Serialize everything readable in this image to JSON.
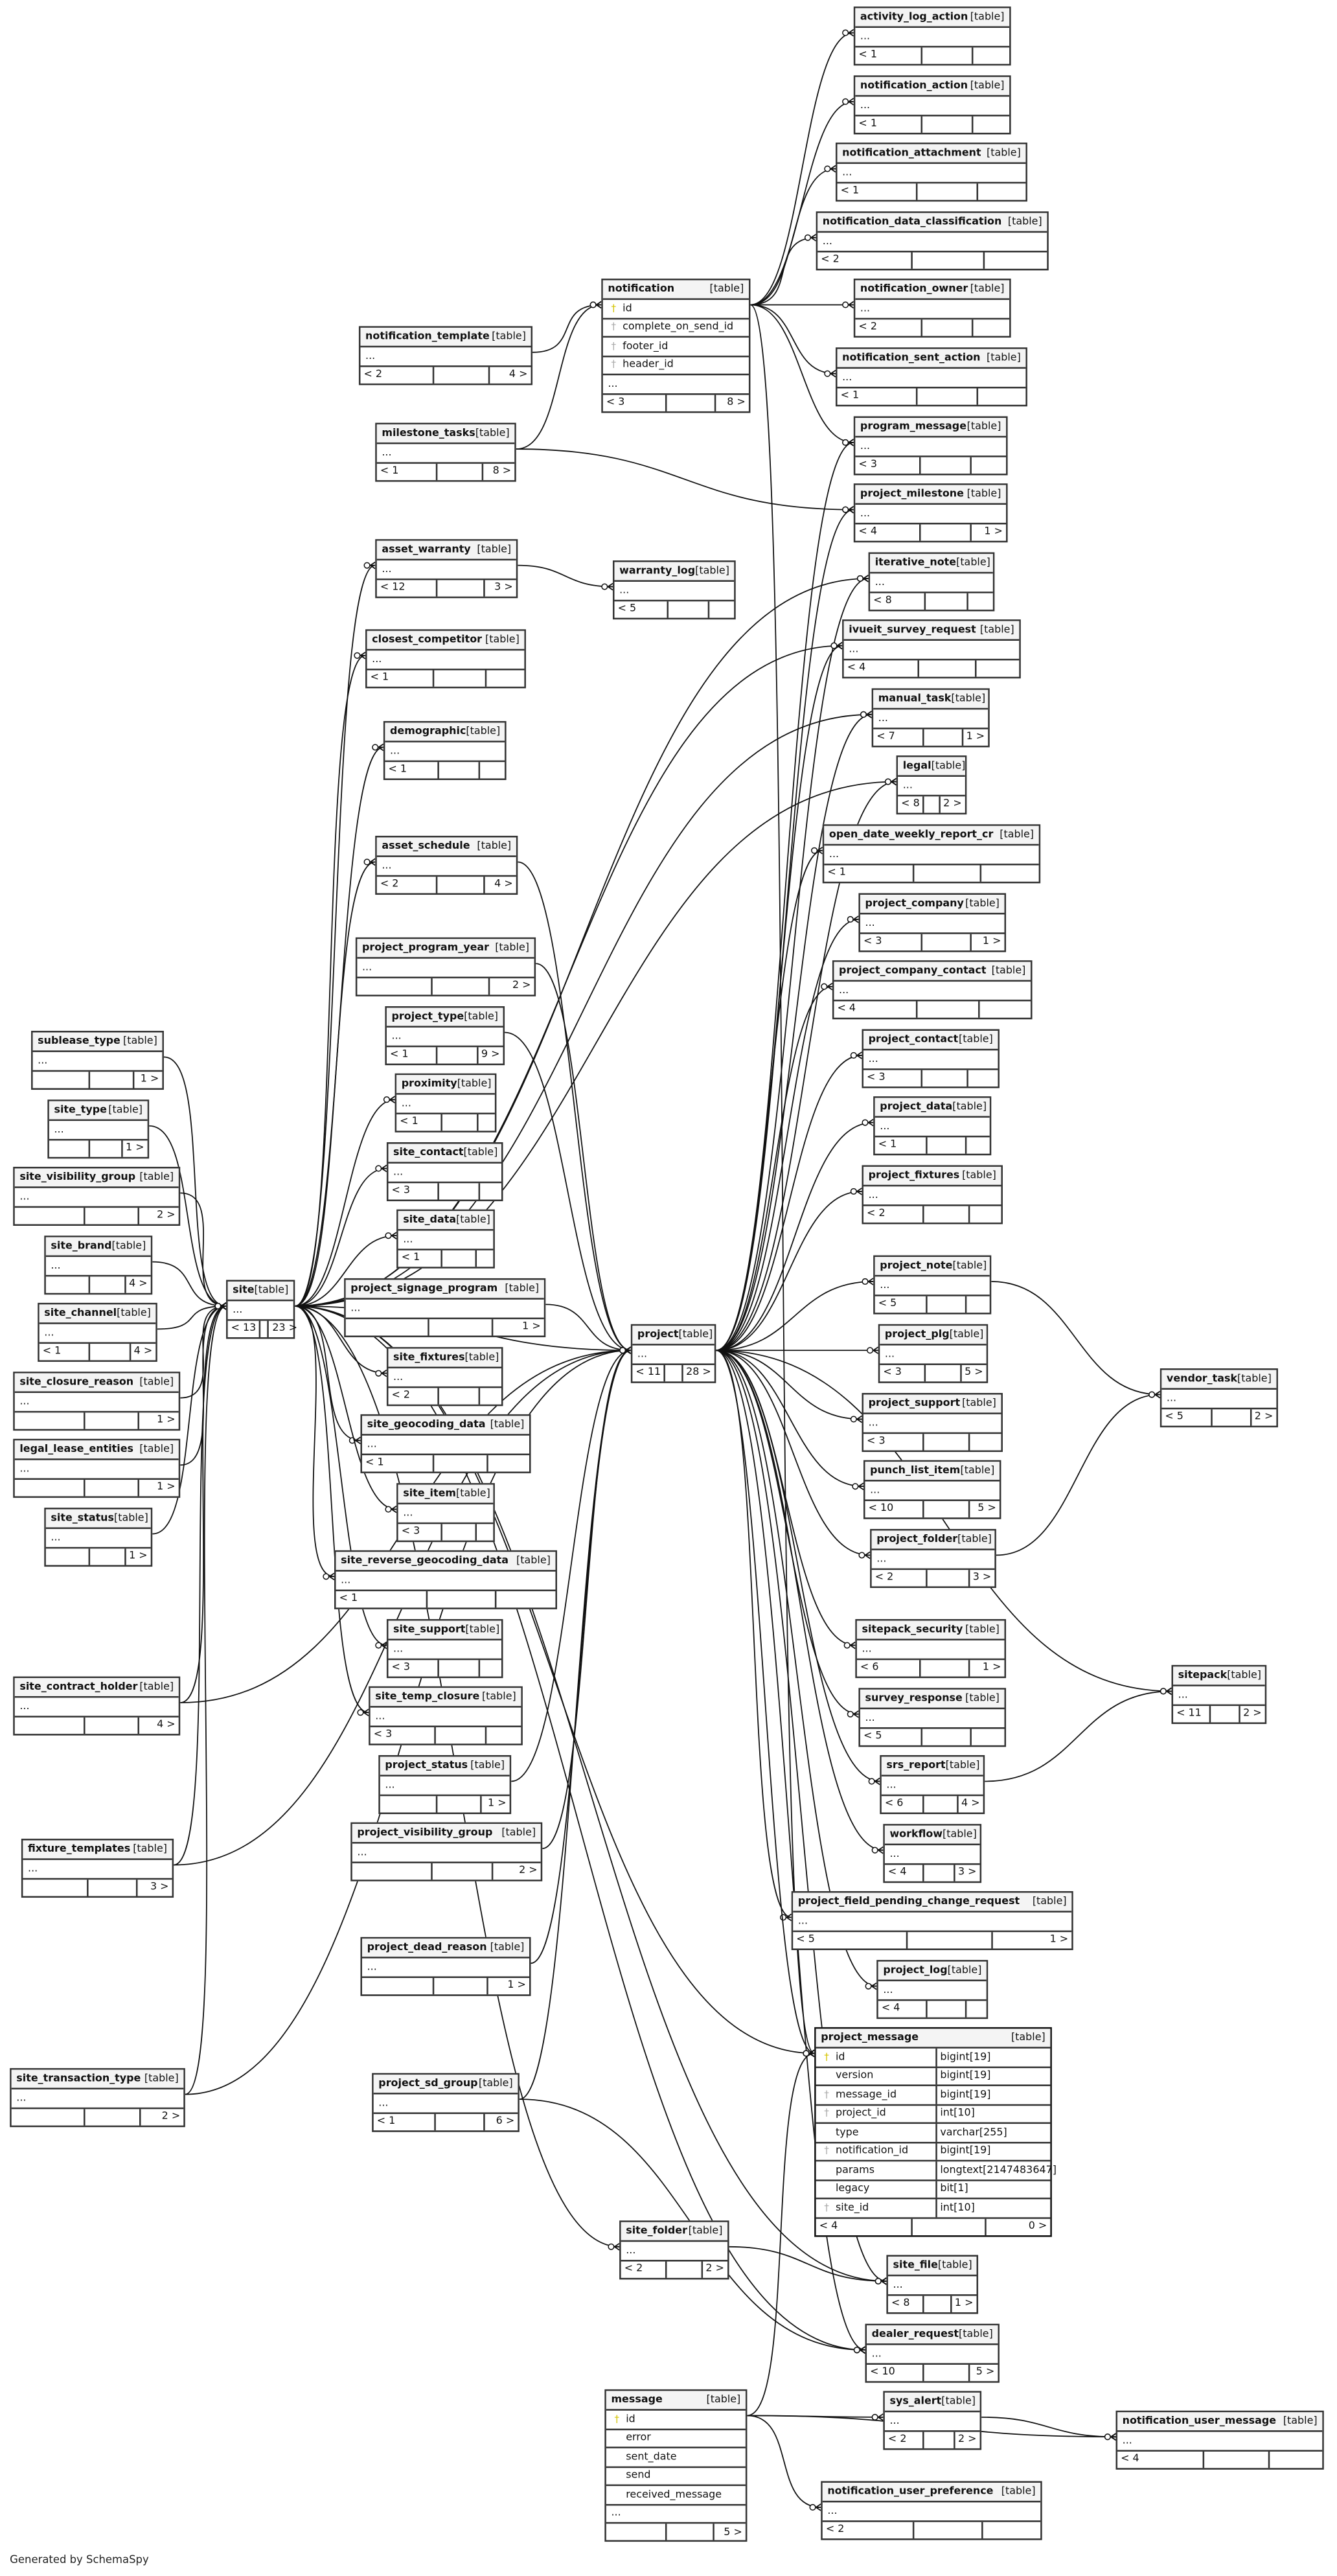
{
  "footer_text": "Generated by SchemaSpy",
  "tables": [
    {
      "name": "activity_log_action",
      "kind": "[table]",
      "rows": [
        "..."
      ],
      "footer": [
        "< 1",
        ""
      ]
    },
    {
      "name": "notification_action",
      "kind": "[table]",
      "rows": [
        "..."
      ],
      "footer": [
        "< 1",
        ""
      ]
    },
    {
      "name": "notification_attachment",
      "kind": "[table]",
      "rows": [
        "..."
      ],
      "footer": [
        "< 1",
        ""
      ]
    },
    {
      "name": "notification_data_classification",
      "kind": "[table]",
      "rows": [
        "..."
      ],
      "footer": [
        "< 2",
        ""
      ]
    },
    {
      "name": "notification_owner",
      "kind": "[table]",
      "rows": [
        "..."
      ],
      "footer": [
        "< 2",
        ""
      ]
    },
    {
      "name": "notification_sent_action",
      "kind": "[table]",
      "rows": [
        "..."
      ],
      "footer": [
        "< 1",
        ""
      ]
    },
    {
      "name": "program_message",
      "kind": "[table]",
      "rows": [
        "..."
      ],
      "footer": [
        "< 3",
        ""
      ]
    },
    {
      "name": "project_milestone",
      "kind": "[table]",
      "rows": [
        "..."
      ],
      "footer": [
        "< 4",
        "1 >"
      ]
    },
    {
      "name": "iterative_note",
      "kind": "[table]",
      "rows": [
        "..."
      ],
      "footer": [
        "< 8",
        ""
      ]
    },
    {
      "name": "ivueit_survey_request",
      "kind": "[table]",
      "rows": [
        "..."
      ],
      "footer": [
        "< 4",
        ""
      ]
    },
    {
      "name": "manual_task",
      "kind": "[table]",
      "rows": [
        "..."
      ],
      "footer": [
        "< 7",
        "1 >"
      ]
    },
    {
      "name": "legal",
      "kind": "[table]",
      "rows": [
        "..."
      ],
      "footer": [
        "< 8",
        "2 >"
      ]
    },
    {
      "name": "open_date_weekly_report_cr",
      "kind": "[table]",
      "rows": [
        "..."
      ],
      "footer": [
        "< 1",
        ""
      ]
    },
    {
      "name": "project_company",
      "kind": "[table]",
      "rows": [
        "..."
      ],
      "footer": [
        "< 3",
        "1 >"
      ]
    },
    {
      "name": "project_company_contact",
      "kind": "[table]",
      "rows": [
        "..."
      ],
      "footer": [
        "< 4",
        ""
      ]
    },
    {
      "name": "project_contact",
      "kind": "[table]",
      "rows": [
        "..."
      ],
      "footer": [
        "< 3",
        ""
      ]
    },
    {
      "name": "project_data",
      "kind": "[table]",
      "rows": [
        "..."
      ],
      "footer": [
        "< 1",
        ""
      ]
    },
    {
      "name": "project_fixtures",
      "kind": "[table]",
      "rows": [
        "..."
      ],
      "footer": [
        "< 2",
        ""
      ]
    },
    {
      "name": "project_note",
      "kind": "[table]",
      "rows": [
        "..."
      ],
      "footer": [
        "< 5",
        ""
      ]
    },
    {
      "name": "project_plg",
      "kind": "[table]",
      "rows": [
        "..."
      ],
      "footer": [
        "< 3",
        "5 >"
      ]
    },
    {
      "name": "project_support",
      "kind": "[table]",
      "rows": [
        "..."
      ],
      "footer": [
        "< 3",
        ""
      ]
    },
    {
      "name": "punch_list_item",
      "kind": "[table]",
      "rows": [
        "..."
      ],
      "footer": [
        "< 10",
        "5 >"
      ]
    },
    {
      "name": "project_folder",
      "kind": "[table]",
      "rows": [
        "..."
      ],
      "footer": [
        "< 2",
        "3 >"
      ]
    },
    {
      "name": "sitepack_security",
      "kind": "[table]",
      "rows": [
        "..."
      ],
      "footer": [
        "< 6",
        "1 >"
      ]
    },
    {
      "name": "survey_response",
      "kind": "[table]",
      "rows": [
        "..."
      ],
      "footer": [
        "< 5",
        ""
      ]
    },
    {
      "name": "srs_report",
      "kind": "[table]",
      "rows": [
        "..."
      ],
      "footer": [
        "< 6",
        "4 >"
      ]
    },
    {
      "name": "workflow",
      "kind": "[table]",
      "rows": [
        "..."
      ],
      "footer": [
        "< 4",
        "3 >"
      ]
    },
    {
      "name": "project_field_pending_change_request",
      "kind": "[table]",
      "rows": [
        "..."
      ],
      "footer": [
        "< 5",
        "1 >"
      ]
    },
    {
      "name": "project_log",
      "kind": "[table]",
      "rows": [
        "..."
      ],
      "footer": [
        "< 4",
        ""
      ]
    },
    {
      "name": "project_message",
      "kind": "[table]",
      "detail": true,
      "rows": [
        {
          "name": "id",
          "key": "pk",
          "type": "bigint[19]"
        },
        {
          "name": "version",
          "key": "",
          "type": "bigint[19]"
        },
        {
          "name": "message_id",
          "key": "fk",
          "type": "bigint[19]"
        },
        {
          "name": "project_id",
          "key": "fk",
          "type": "int[10]"
        },
        {
          "name": "type",
          "key": "",
          "type": "varchar[255]"
        },
        {
          "name": "notification_id",
          "key": "fk",
          "type": "bigint[19]"
        },
        {
          "name": "params",
          "key": "",
          "type": "longtext[2147483647]"
        },
        {
          "name": "legacy",
          "key": "",
          "type": "bit[1]"
        },
        {
          "name": "site_id",
          "key": "fk",
          "type": "int[10]"
        }
      ],
      "footer": [
        "< 4",
        "0 >"
      ]
    },
    {
      "name": "site_file",
      "kind": "[table]",
      "rows": [
        "..."
      ],
      "footer": [
        "< 8",
        "1 >"
      ]
    },
    {
      "name": "dealer_request",
      "kind": "[table]",
      "rows": [
        "..."
      ],
      "footer": [
        "< 10",
        "5 >"
      ]
    },
    {
      "name": "sys_alert",
      "kind": "[table]",
      "rows": [
        "..."
      ],
      "footer": [
        "< 2",
        "2 >"
      ]
    },
    {
      "name": "notification_user_message",
      "kind": "[table]",
      "rows": [
        "..."
      ],
      "footer": [
        "< 4",
        ""
      ]
    },
    {
      "name": "notification_user_preference",
      "kind": "[table]",
      "rows": [
        "..."
      ],
      "footer": [
        "< 2",
        ""
      ]
    },
    {
      "name": "message",
      "kind": "[table]",
      "rows": [
        {
          "name": "id",
          "key": "pk"
        },
        {
          "name": "error",
          "key": ""
        },
        {
          "name": "sent_date",
          "key": ""
        },
        {
          "name": "send",
          "key": ""
        },
        {
          "name": "received_message",
          "key": ""
        },
        "..."
      ],
      "footer": [
        "",
        "5 >"
      ]
    },
    {
      "name": "vendor_task",
      "kind": "[table]",
      "rows": [
        "..."
      ],
      "footer": [
        "< 5",
        "2 >"
      ]
    },
    {
      "name": "sitepack",
      "kind": "[table]",
      "rows": [
        "..."
      ],
      "footer": [
        "< 11",
        "2 >"
      ]
    },
    {
      "name": "notification",
      "kind": "[table]",
      "rows": [
        {
          "name": "id",
          "key": "pk"
        },
        {
          "name": "complete_on_send_id",
          "key": "fk"
        },
        {
          "name": "footer_id",
          "key": "fk"
        },
        {
          "name": "header_id",
          "key": "fk"
        },
        "..."
      ],
      "footer": [
        "< 3",
        "8 >"
      ]
    },
    {
      "name": "notification_template",
      "kind": "[table]",
      "rows": [
        "..."
      ],
      "footer": [
        "< 2",
        "4 >"
      ]
    },
    {
      "name": "milestone_tasks",
      "kind": "[table]",
      "rows": [
        "..."
      ],
      "footer": [
        "< 1",
        "8 >"
      ]
    },
    {
      "name": "asset_warranty",
      "kind": "[table]",
      "rows": [
        "..."
      ],
      "footer": [
        "< 12",
        "3 >"
      ]
    },
    {
      "name": "warranty_log",
      "kind": "[table]",
      "rows": [
        "..."
      ],
      "footer": [
        "< 5",
        ""
      ]
    },
    {
      "name": "closest_competitor",
      "kind": "[table]",
      "rows": [
        "..."
      ],
      "footer": [
        "< 1",
        ""
      ]
    },
    {
      "name": "demographic",
      "kind": "[table]",
      "rows": [
        "..."
      ],
      "footer": [
        "< 1",
        ""
      ]
    },
    {
      "name": "asset_schedule",
      "kind": "[table]",
      "rows": [
        "..."
      ],
      "footer": [
        "< 2",
        "4 >"
      ]
    },
    {
      "name": "project_program_year",
      "kind": "[table]",
      "rows": [
        "..."
      ],
      "footer": [
        "",
        "2 >"
      ]
    },
    {
      "name": "project_type",
      "kind": "[table]",
      "rows": [
        "..."
      ],
      "footer": [
        "< 1",
        "9 >"
      ]
    },
    {
      "name": "proximity",
      "kind": "[table]",
      "rows": [
        "..."
      ],
      "footer": [
        "< 1",
        ""
      ]
    },
    {
      "name": "site_contact",
      "kind": "[table]",
      "rows": [
        "..."
      ],
      "footer": [
        "< 3",
        ""
      ]
    },
    {
      "name": "site_data",
      "kind": "[table]",
      "rows": [
        "..."
      ],
      "footer": [
        "< 1",
        ""
      ]
    },
    {
      "name": "project_signage_program",
      "kind": "[table]",
      "rows": [
        "..."
      ],
      "footer": [
        "",
        "1 >"
      ]
    },
    {
      "name": "site_fixtures",
      "kind": "[table]",
      "rows": [
        "..."
      ],
      "footer": [
        "< 2",
        ""
      ]
    },
    {
      "name": "site_geocoding_data",
      "kind": "[table]",
      "rows": [
        "..."
      ],
      "footer": [
        "< 1",
        ""
      ]
    },
    {
      "name": "site_item",
      "kind": "[table]",
      "rows": [
        "..."
      ],
      "footer": [
        "< 3",
        ""
      ]
    },
    {
      "name": "site_reverse_geocoding_data",
      "kind": "[table]",
      "rows": [
        "..."
      ],
      "footer": [
        "< 1",
        ""
      ]
    },
    {
      "name": "site_support",
      "kind": "[table]",
      "rows": [
        "..."
      ],
      "footer": [
        "< 3",
        ""
      ]
    },
    {
      "name": "site_temp_closure",
      "kind": "[table]",
      "rows": [
        "..."
      ],
      "footer": [
        "< 3",
        ""
      ]
    },
    {
      "name": "project_status",
      "kind": "[table]",
      "rows": [
        "..."
      ],
      "footer": [
        "",
        "1 >"
      ]
    },
    {
      "name": "project_visibility_group",
      "kind": "[table]",
      "rows": [
        "..."
      ],
      "footer": [
        "",
        "2 >"
      ]
    },
    {
      "name": "project_dead_reason",
      "kind": "[table]",
      "rows": [
        "..."
      ],
      "footer": [
        "",
        "1 >"
      ]
    },
    {
      "name": "project_sd_group",
      "kind": "[table]",
      "rows": [
        "..."
      ],
      "footer": [
        "< 1",
        "6 >"
      ]
    },
    {
      "name": "site_folder",
      "kind": "[table]",
      "rows": [
        "..."
      ],
      "footer": [
        "< 2",
        "2 >"
      ]
    },
    {
      "name": "site",
      "kind": "[table]",
      "rows": [
        "..."
      ],
      "footer": [
        "< 13",
        "23 >"
      ]
    },
    {
      "name": "project",
      "kind": "[table]",
      "rows": [
        "..."
      ],
      "footer": [
        "< 11",
        "28 >"
      ]
    },
    {
      "name": "sublease_type",
      "kind": "[table]",
      "rows": [
        "..."
      ],
      "footer": [
        "",
        "1 >"
      ]
    },
    {
      "name": "site_type",
      "kind": "[table]",
      "rows": [
        "..."
      ],
      "footer": [
        "",
        "1 >"
      ]
    },
    {
      "name": "site_visibility_group",
      "kind": "[table]",
      "rows": [
        "..."
      ],
      "footer": [
        "",
        "2 >"
      ]
    },
    {
      "name": "site_brand",
      "kind": "[table]",
      "rows": [
        "..."
      ],
      "footer": [
        "",
        "4 >"
      ]
    },
    {
      "name": "site_channel",
      "kind": "[table]",
      "rows": [
        "..."
      ],
      "footer": [
        "< 1",
        "4 >"
      ]
    },
    {
      "name": "site_closure_reason",
      "kind": "[table]",
      "rows": [
        "..."
      ],
      "footer": [
        "",
        "1 >"
      ]
    },
    {
      "name": "legal_lease_entities",
      "kind": "[table]",
      "rows": [
        "..."
      ],
      "footer": [
        "",
        "1 >"
      ]
    },
    {
      "name": "site_status",
      "kind": "[table]",
      "rows": [
        "..."
      ],
      "footer": [
        "",
        "1 >"
      ]
    },
    {
      "name": "site_contract_holder",
      "kind": "[table]",
      "rows": [
        "..."
      ],
      "footer": [
        "",
        "4 >"
      ]
    },
    {
      "name": "fixture_templates",
      "kind": "[table]",
      "rows": [
        "..."
      ],
      "footer": [
        "",
        "3 >"
      ]
    },
    {
      "name": "site_transaction_type",
      "kind": "[table]",
      "rows": [
        "..."
      ],
      "footer": [
        "",
        "2 >"
      ]
    }
  ]
}
